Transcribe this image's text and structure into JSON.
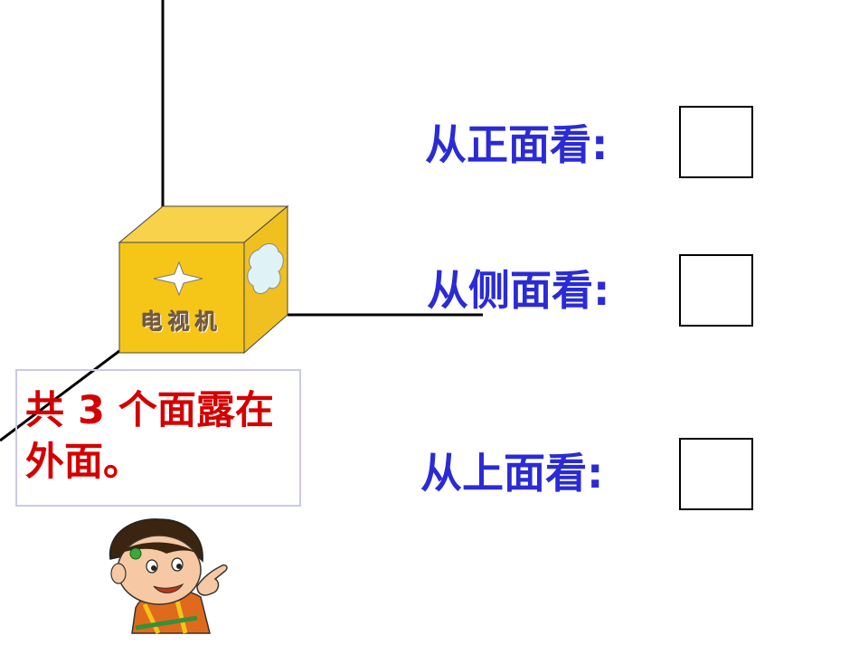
{
  "views": {
    "front_label": "从正面看:",
    "side_label": "从侧面看:",
    "top_label": "从上面看:"
  },
  "note": {
    "text": "共 3 个面露在外面。"
  },
  "cube": {
    "face_text": "电视机"
  },
  "colors": {
    "label_blue": "#2b2bd6",
    "note_red": "#d40000",
    "cube_yellow": "#f5c518",
    "note_border": "#c9c9ee"
  },
  "icons": [
    "four-point-star-icon",
    "cloud-icon",
    "cartoon-boy-pointing"
  ]
}
